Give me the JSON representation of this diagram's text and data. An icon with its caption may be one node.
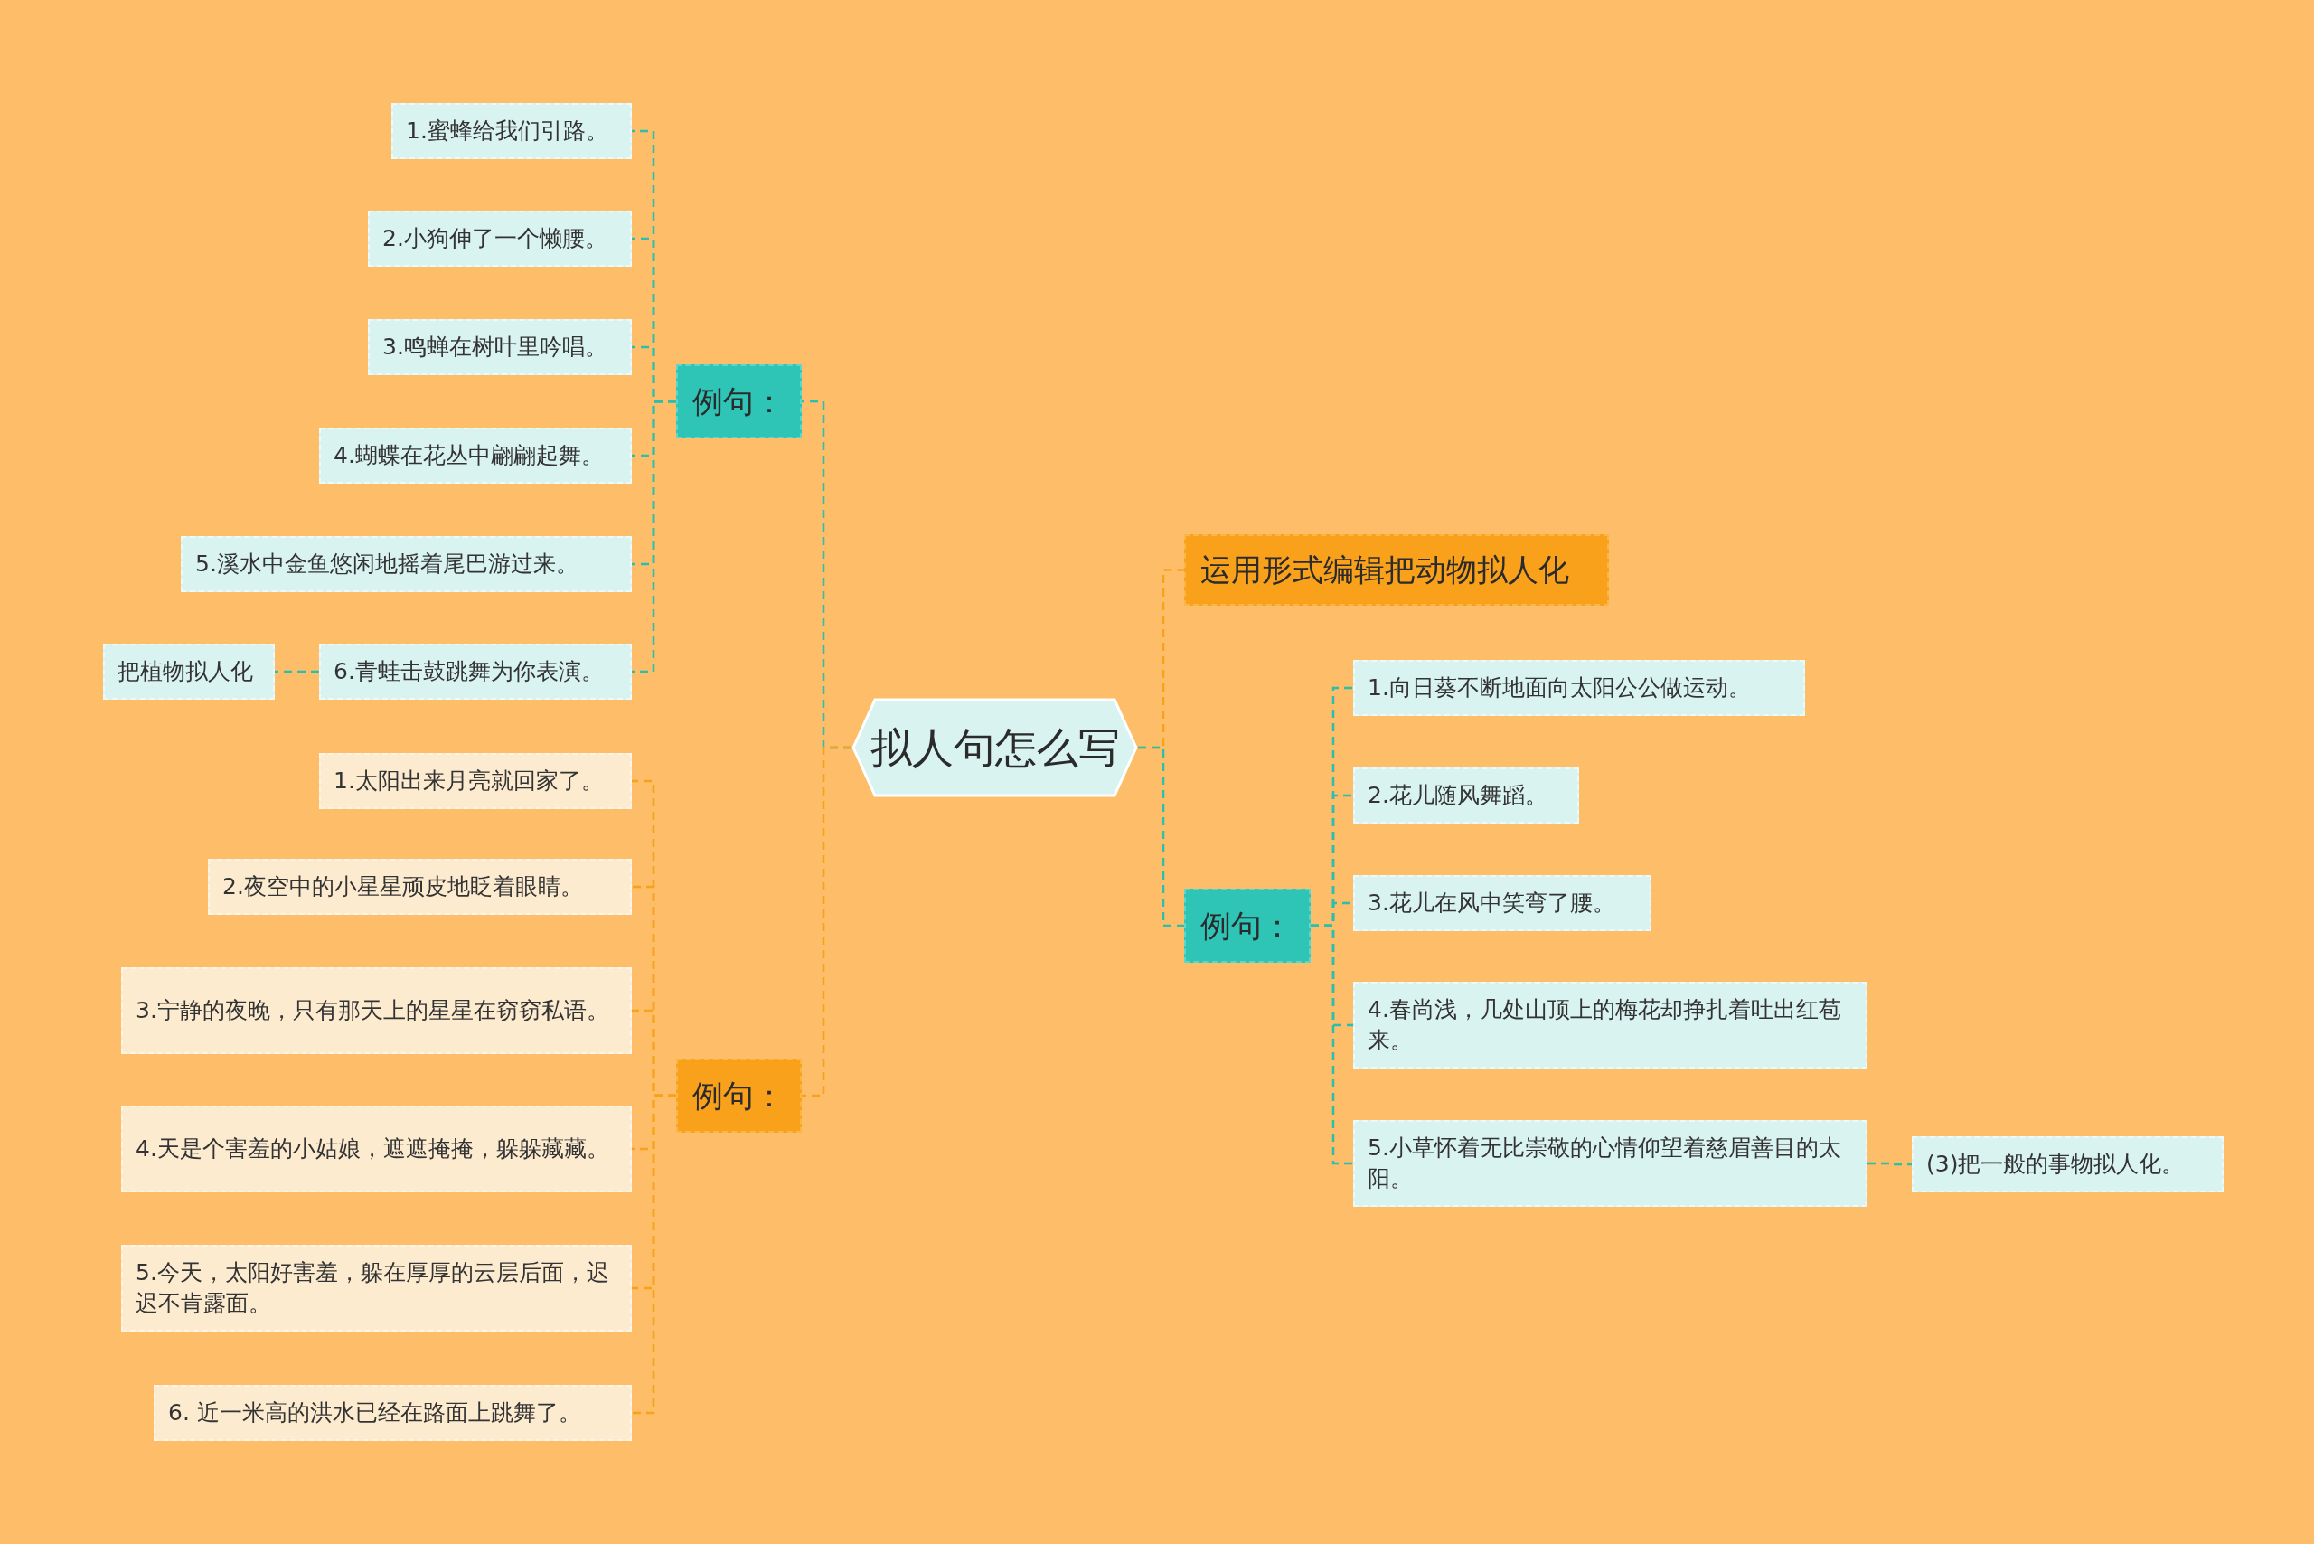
{
  "diagram": {
    "nodes": [
      {
        "text": [
          "拟人句怎么写"
        ]
      },
      {
        "text": [
          "例句："
        ]
      },
      {
        "text": [
          "1.蜜蜂给我们引路。"
        ]
      },
      {
        "text": [
          "2.小狗伸了一个懒腰。"
        ]
      },
      {
        "text": [
          "3.鸣蝉在树叶里吟唱。"
        ]
      },
      {
        "text": [
          "4.蝴蝶在花丛中翩翩起舞。"
        ]
      },
      {
        "text": [
          "5.溪水中金鱼悠闲地摇着尾巴游过来。"
        ]
      },
      {
        "text": [
          "6.青蛙击鼓跳舞为你表演。"
        ]
      },
      {
        "text": [
          "把植物拟人化"
        ]
      },
      {
        "text": [
          "例句："
        ]
      },
      {
        "text": [
          "1.太阳出来月亮就回家了。"
        ]
      },
      {
        "text": [
          "2.夜空中的小星星顽皮地眨着眼睛。"
        ]
      },
      {
        "text": [
          "3.宁静的夜晚，只有那天上的星星在窃窃私语。"
        ]
      },
      {
        "text": [
          "4.天是个害羞的小姑娘，遮遮掩掩，躲躲藏藏。"
        ]
      },
      {
        "text": [
          "5.今天，太阳好害羞，躲在厚厚的云层后面，迟迟不肯露面。"
        ]
      },
      {
        "text": [
          "6. 近一米高的洪水已经在路面上跳舞了。"
        ]
      },
      {
        "text": [
          "运用形式编辑把动物拟人化"
        ]
      },
      {
        "text": [
          "例句："
        ]
      },
      {
        "text": [
          "1.向日葵不断地面向太阳公公做运动。"
        ]
      },
      {
        "text": [
          "2.花儿随风舞蹈。"
        ]
      },
      {
        "text": [
          "3.花儿在风中笑弯了腰。"
        ]
      },
      {
        "text": [
          "4.春尚浅，几处山顶上的梅花却挣扎着吐出红苞来。"
        ]
      },
      {
        "text": [
          "5.小草怀着无比崇敬的心情仰望着慈眉善目的太阳。"
        ]
      },
      {
        "text": [
          "(3)把一般的事物拟人化。"
        ]
      }
    ],
    "edges": [
      {
        "from": 0,
        "to": 1,
        "arrow": "none",
        "style": "dashed",
        "color": "#2bbfae"
      },
      {
        "from": 1,
        "to": 2,
        "arrow": "none",
        "style": "dashed",
        "color": "#2bbfae"
      },
      {
        "from": 1,
        "to": 3,
        "arrow": "none",
        "style": "dashed",
        "color": "#2bbfae"
      },
      {
        "from": 1,
        "to": 4,
        "arrow": "none",
        "style": "dashed",
        "color": "#2bbfae"
      },
      {
        "from": 1,
        "to": 5,
        "arrow": "none",
        "style": "dashed",
        "color": "#2bbfae"
      },
      {
        "from": 1,
        "to": 6,
        "arrow": "none",
        "style": "dashed",
        "color": "#2bbfae"
      },
      {
        "from": 1,
        "to": 7,
        "arrow": "none",
        "style": "dashed",
        "color": "#2bbfae"
      },
      {
        "from": 7,
        "to": 8,
        "arrow": "none",
        "style": "dashed",
        "color": "#2bbfae"
      },
      {
        "from": 0,
        "to": 9,
        "arrow": "none",
        "style": "dashed",
        "color": "#f7a21b"
      },
      {
        "from": 9,
        "to": 10,
        "arrow": "none",
        "style": "dashed",
        "color": "#f7a21b"
      },
      {
        "from": 9,
        "to": 11,
        "arrow": "none",
        "style": "dashed",
        "color": "#f7a21b"
      },
      {
        "from": 9,
        "to": 12,
        "arrow": "none",
        "style": "dashed",
        "color": "#f7a21b"
      },
      {
        "from": 9,
        "to": 13,
        "arrow": "none",
        "style": "dashed",
        "color": "#f7a21b"
      },
      {
        "from": 9,
        "to": 14,
        "arrow": "none",
        "style": "dashed",
        "color": "#f7a21b"
      },
      {
        "from": 9,
        "to": 15,
        "arrow": "none",
        "style": "dashed",
        "color": "#f7a21b"
      },
      {
        "from": 0,
        "to": 16,
        "arrow": "none",
        "style": "dashed",
        "color": "#f7a21b"
      },
      {
        "from": 0,
        "to": 17,
        "arrow": "none",
        "style": "dashed",
        "color": "#2bbfae"
      },
      {
        "from": 17,
        "to": 18,
        "arrow": "none",
        "style": "dashed",
        "color": "#2bbfae"
      },
      {
        "from": 17,
        "to": 19,
        "arrow": "none",
        "style": "dashed",
        "color": "#2bbfae"
      },
      {
        "from": 17,
        "to": 20,
        "arrow": "none",
        "style": "dashed",
        "color": "#2bbfae"
      },
      {
        "from": 17,
        "to": 21,
        "arrow": "none",
        "style": "dashed",
        "color": "#2bbfae"
      },
      {
        "from": 17,
        "to": 22,
        "arrow": "none",
        "style": "dashed",
        "color": "#2bbfae"
      },
      {
        "from": 22,
        "to": 23,
        "arrow": "none",
        "style": "dashed",
        "color": "#2bbfae"
      }
    ]
  }
}
